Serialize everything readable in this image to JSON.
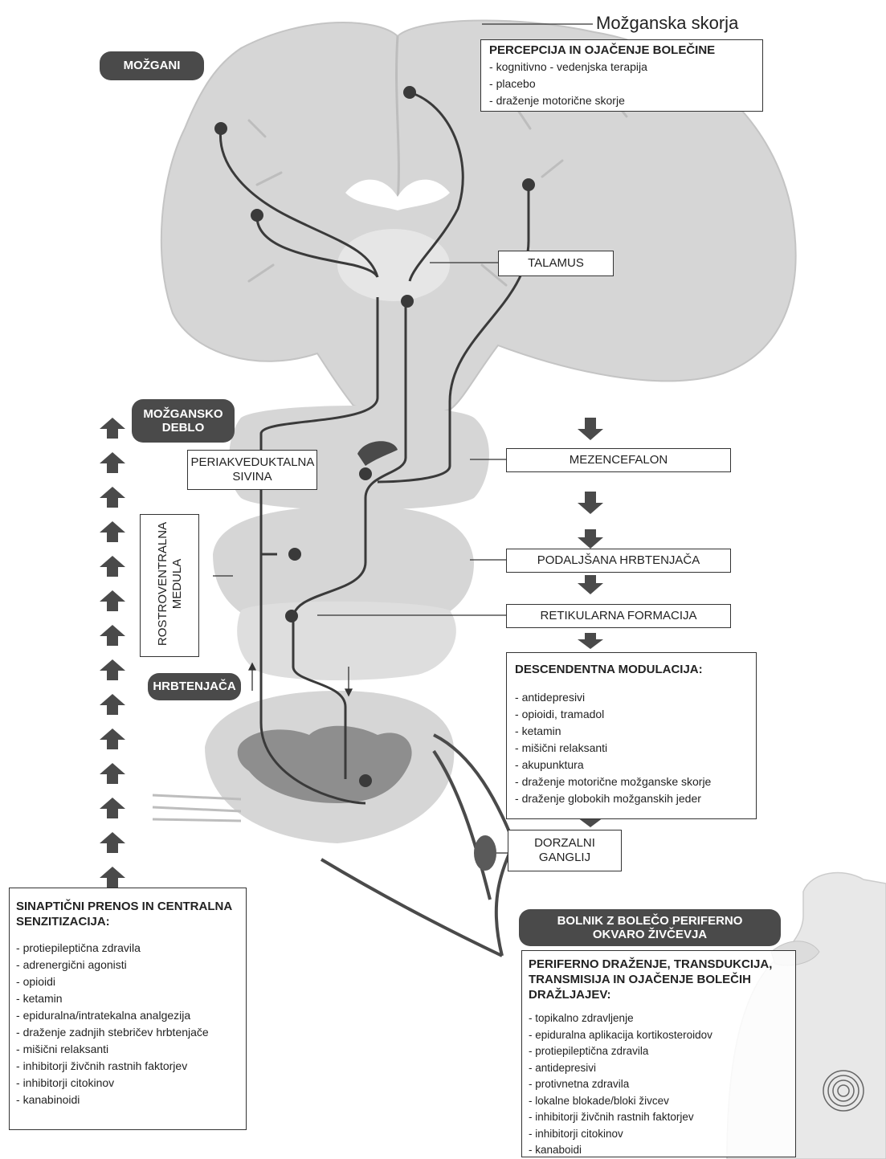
{
  "header": {
    "cortex_label": "Možganska skorja"
  },
  "pills": {
    "brain": "MOŽGANI",
    "brainstem": "MOŽGANSKO DEBLO",
    "spinal_cord": "HRBTENJAČA",
    "patient": "BOLNIK Z BOLEČO PERIFERNO OKVARO ŽIVČEVJA"
  },
  "labels": {
    "thalamus": "TALAMUS",
    "periaqueductal_gray": "PERIAKVEDUKTALNA SIVINA",
    "mesencephalon": "MEZENCEFALON",
    "medulla_oblongata": "PODALJŠANA HRBTENJAČA",
    "reticular_formation": "RETIKULARNA FORMACIJA",
    "rostroventral_medulla": "ROSTROVENTRALNA MEDULA",
    "dorsal_ganglion": "DORZALNI GANGLIJ"
  },
  "panels": {
    "perception": {
      "title": "PERCEPCIJA IN OJAČENJE BOLEČINE",
      "items": [
        "kognitivno - vedenjska terapija",
        "placebo",
        "draženje motorične skorje"
      ]
    },
    "descending": {
      "title": "DESCENDENTNA MODULACIJA:",
      "items": [
        "antidepresivi",
        "opioidi, tramadol",
        "ketamin",
        "mišični relaksanti",
        "akupunktura",
        "draženje motorične možganske skorje",
        "draženje globokih možganskih jeder"
      ]
    },
    "synaptic": {
      "title": "SINAPTIČNI PRENOS IN CENTRALNA SENZITIZACIJA:",
      "items": [
        "protiepileptična zdravila",
        "adrenergični agonisti",
        "opioidi",
        "ketamin",
        "epiduralna/intratekalna analgezija",
        "draženje zadnjih stebričev hrbtenjače",
        "mišični relaksanti",
        "inhibitorji živčnih rastnih faktorjev",
        "inhibitorji citokinov",
        "kanabinoidi"
      ]
    },
    "peripheral": {
      "title": "PERIFERNO DRAŽENJE, TRANSDUKCIJA, TRANSMISIJA IN OJAČENJE BOLEČIH DRAŽLJAJEV:",
      "items": [
        "topikalno zdravljenje",
        "epiduralna aplikacija kortikosteroidov",
        "protiepileptična zdravila",
        "antidepresivi",
        "protivnetna zdravila",
        "lokalne blokade/bloki živcev",
        "inhibitorji živčnih rastnih faktorjev",
        "inhibitorji citokinov",
        "kanaboidi"
      ]
    }
  },
  "colors": {
    "tissue": "#d6d6d6",
    "tissue_light": "#e6e6e6",
    "grey_matter": "#8e8e8e",
    "pathway": "#3a3a3a",
    "pill": "#4a4a4a"
  }
}
